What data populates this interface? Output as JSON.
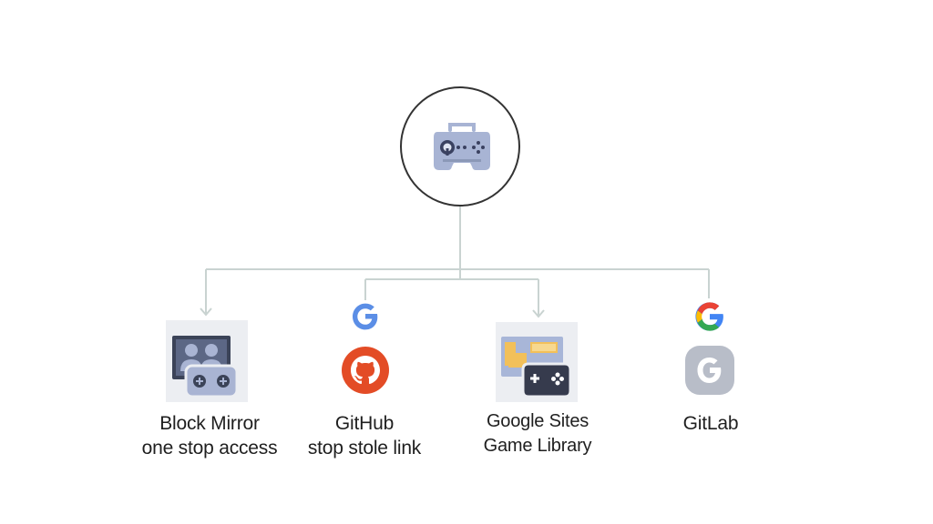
{
  "diagram": {
    "hub": {
      "icon": "gamepad-icon"
    },
    "colors": {
      "line": "#c9d3d1",
      "hub_border": "#333333",
      "controller": "#a8b4d4",
      "github_red": "#e34c26",
      "gitlab_gray": "#b8bdc8",
      "tile_bg": "#eceef2"
    },
    "nodes": [
      {
        "id": "block-mirror",
        "icon": "users-gamepad-icon",
        "label_lines": [
          "Block Mirror",
          "one stop access"
        ]
      },
      {
        "id": "github",
        "icon": "github-icon",
        "top_icon": "google-g-icon",
        "label_lines": [
          "GitHub",
          "stop stole link"
        ]
      },
      {
        "id": "google-sites",
        "icon": "sites-gamepad-icon",
        "label_lines": [
          "Google Sites",
          "Game Library"
        ]
      },
      {
        "id": "gitlab",
        "icon": "gitlab-g-icon",
        "top_icon": "google-g-icon",
        "label_lines": [
          "GitLab"
        ]
      }
    ]
  }
}
